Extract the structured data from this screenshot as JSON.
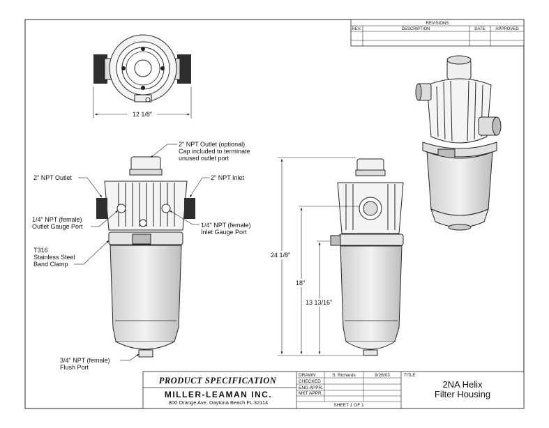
{
  "revisions": {
    "title": "REVISIONS",
    "columns": [
      "REV.",
      "DESCRIPTION",
      "DATE",
      "APPROVED"
    ]
  },
  "dimensions": {
    "width": "12 1/8\"",
    "overall_height": "24 1/8\"",
    "outlet_height": "18\"",
    "clamp_height": "13 13/16\""
  },
  "callouts": {
    "npt_outlet_optional": [
      "2\" NPT Outlet (optional)",
      "Cap included to terminate",
      "unused outlet port"
    ],
    "npt_outlet": "2\" NPT Outlet",
    "npt_inlet": "2\" NPT Inlet",
    "outlet_gauge": [
      "1/4\" NPT (female)",
      "Outlet Gauge Port"
    ],
    "inlet_gauge": [
      "1/4\" NPT (female)",
      "Inlet Gauge Port"
    ],
    "band_clamp": [
      "T316",
      "Stainless Steel",
      "Band Clamp"
    ],
    "flush_port": [
      "3/4\" NPT (female)",
      "Flush Port"
    ]
  },
  "title_block": {
    "heading": "PRODUCT SPECIFICATION",
    "company": "MILLER-LEAMAN INC.",
    "address": "800 Orange Ave. Daytona Beach FL 32114",
    "rows": [
      "DRAWN",
      "CHECKED",
      "ENG APPR.",
      "MKT APPR."
    ],
    "drawn_by": "S. Richards",
    "drawn_date": "9/26/03",
    "title_label": "TITLE",
    "title_lines": [
      "2NA Helix",
      "Filter Housing"
    ],
    "sheet": "SHEET 1 OF 1"
  }
}
